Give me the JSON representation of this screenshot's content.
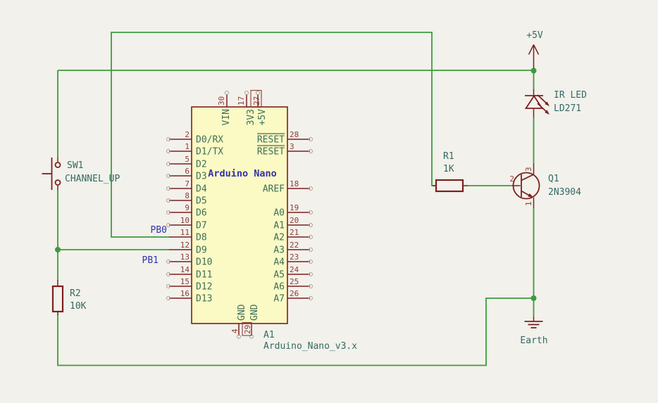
{
  "colors": {
    "background": "#f2f1eb",
    "wire": "#3d9b3d",
    "component": "#7e1f1e",
    "body_fill": "#fbf9c4",
    "pin_number": "#8e3e34",
    "pin_name": "#3c7058",
    "label": "#356a66",
    "net_label": "#3333ad",
    "pin_end": "#a89f94"
  },
  "nano": {
    "reference": "A1",
    "value": "Arduino_Nano_v3.x",
    "title": "Arduino Nano",
    "left_pins": [
      {
        "num": "2",
        "name": "D0/RX"
      },
      {
        "num": "1",
        "name": "D1/TX"
      },
      {
        "num": "5",
        "name": "D2"
      },
      {
        "num": "6",
        "name": "D3"
      },
      {
        "num": "7",
        "name": "D4"
      },
      {
        "num": "8",
        "name": "D5"
      },
      {
        "num": "9",
        "name": "D6"
      },
      {
        "num": "10",
        "name": "D7"
      },
      {
        "num": "11",
        "name": "D8"
      },
      {
        "num": "12",
        "name": "D9"
      },
      {
        "num": "13",
        "name": "D10"
      },
      {
        "num": "14",
        "name": "D11"
      },
      {
        "num": "15",
        "name": "D12"
      },
      {
        "num": "16",
        "name": "D13"
      }
    ],
    "right_pins": [
      {
        "num": "28",
        "name": "RESET"
      },
      {
        "num": "3",
        "name": "RESET"
      },
      {
        "num": "18",
        "name": "AREF"
      },
      {
        "num": "19",
        "name": "A0"
      },
      {
        "num": "20",
        "name": "A1"
      },
      {
        "num": "21",
        "name": "A2"
      },
      {
        "num": "22",
        "name": "A3"
      },
      {
        "num": "23",
        "name": "A4"
      },
      {
        "num": "24",
        "name": "A5"
      },
      {
        "num": "25",
        "name": "A6"
      },
      {
        "num": "26",
        "name": "A7"
      }
    ],
    "top_pins": [
      {
        "num": "30",
        "name": "VIN"
      },
      {
        "num": "17",
        "name": "3V3"
      },
      {
        "num": "27",
        "name": "+5V"
      }
    ],
    "bottom_pins": [
      {
        "num": "4",
        "name": "GND"
      },
      {
        "num": "29",
        "name": "GND"
      }
    ]
  },
  "switch": {
    "reference": "SW1",
    "value": "CHANNEL_UP"
  },
  "resistors": {
    "r1": {
      "reference": "R1",
      "value": "1K"
    },
    "r2": {
      "reference": "R2",
      "value": "10K"
    }
  },
  "transistor": {
    "reference": "Q1",
    "value": "2N3904",
    "pin_base": "2",
    "pin_collector": "3",
    "pin_emitter": "1"
  },
  "led": {
    "reference": "IR LED",
    "value": "LD271"
  },
  "power": {
    "vcc": "+5V",
    "gnd": "Earth"
  },
  "net_labels": {
    "pb0": "PB0",
    "pb1": "PB1"
  }
}
